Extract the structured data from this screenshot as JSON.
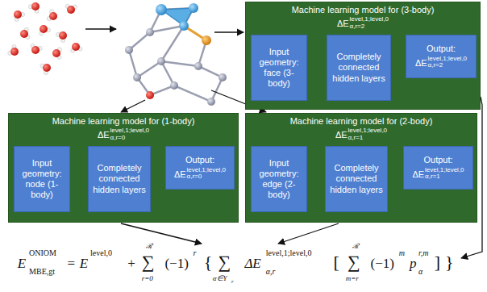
{
  "diagram": {
    "nodes": [
      {
        "text": [
          "Machine learning model for (3-body)",
          "ΔE",
          "level,1;level,0",
          "α,r=2"
        ]
      },
      {
        "text": [
          "Input geometry: face (3-body)"
        ],
        "in": 0
      },
      {
        "text": [
          "Completely connected hidden layers"
        ],
        "in": 0
      },
      {
        "text": [
          "Output:",
          "ΔE",
          "level,1;level,0",
          "α,r=2"
        ],
        "in": 0
      },
      {
        "text": [
          "Machine learning model for (1-body)",
          "ΔE",
          "level,1;level,0",
          "α,r=0"
        ]
      },
      {
        "text": [
          "Input geometry: node (1-body)"
        ],
        "in": 4
      },
      {
        "text": [
          "Completely connected hidden layers"
        ],
        "in": 4
      },
      {
        "text": [
          "Output:",
          "ΔE",
          "level,1;level,0",
          "α,r=0"
        ],
        "in": 4
      },
      {
        "text": [
          "Machine learning model for (2-body)",
          "ΔE",
          "level,1;level,0",
          "α,r=1"
        ]
      },
      {
        "text": [
          "Input geometry: edge (2-body)"
        ],
        "in": 8
      },
      {
        "text": [
          "Completely connected hidden layers"
        ],
        "in": 8
      },
      {
        "text": [
          "Output:",
          "ΔE",
          "level,1;level,0",
          "α,r=1"
        ],
        "in": 8
      }
    ],
    "edges": [
      {
        "from": 1,
        "to": 2,
        "arrow": "to"
      },
      {
        "from": 2,
        "to": 3,
        "arrow": "to"
      },
      {
        "from": 5,
        "to": 6,
        "arrow": "to"
      },
      {
        "from": 6,
        "to": 7,
        "arrow": "to"
      },
      {
        "from": 9,
        "to": 10,
        "arrow": "to"
      },
      {
        "from": 10,
        "to": 11,
        "arrow": "to"
      }
    ],
    "labels": [
      "E",
      "ONIOM",
      "MBE,gt",
      "=",
      "E",
      "level,0",
      "+",
      "∑",
      "ℛ",
      "r=0",
      "(−1)",
      "r",
      "{",
      "∑",
      "α∈Y",
      "r",
      "ΔE",
      "level,1;level,0",
      "α,r",
      "[",
      "∑",
      "ℛ",
      "m=r",
      "(−1)",
      "m",
      "p",
      "r,m",
      "α",
      "]",
      "}"
    ]
  }
}
